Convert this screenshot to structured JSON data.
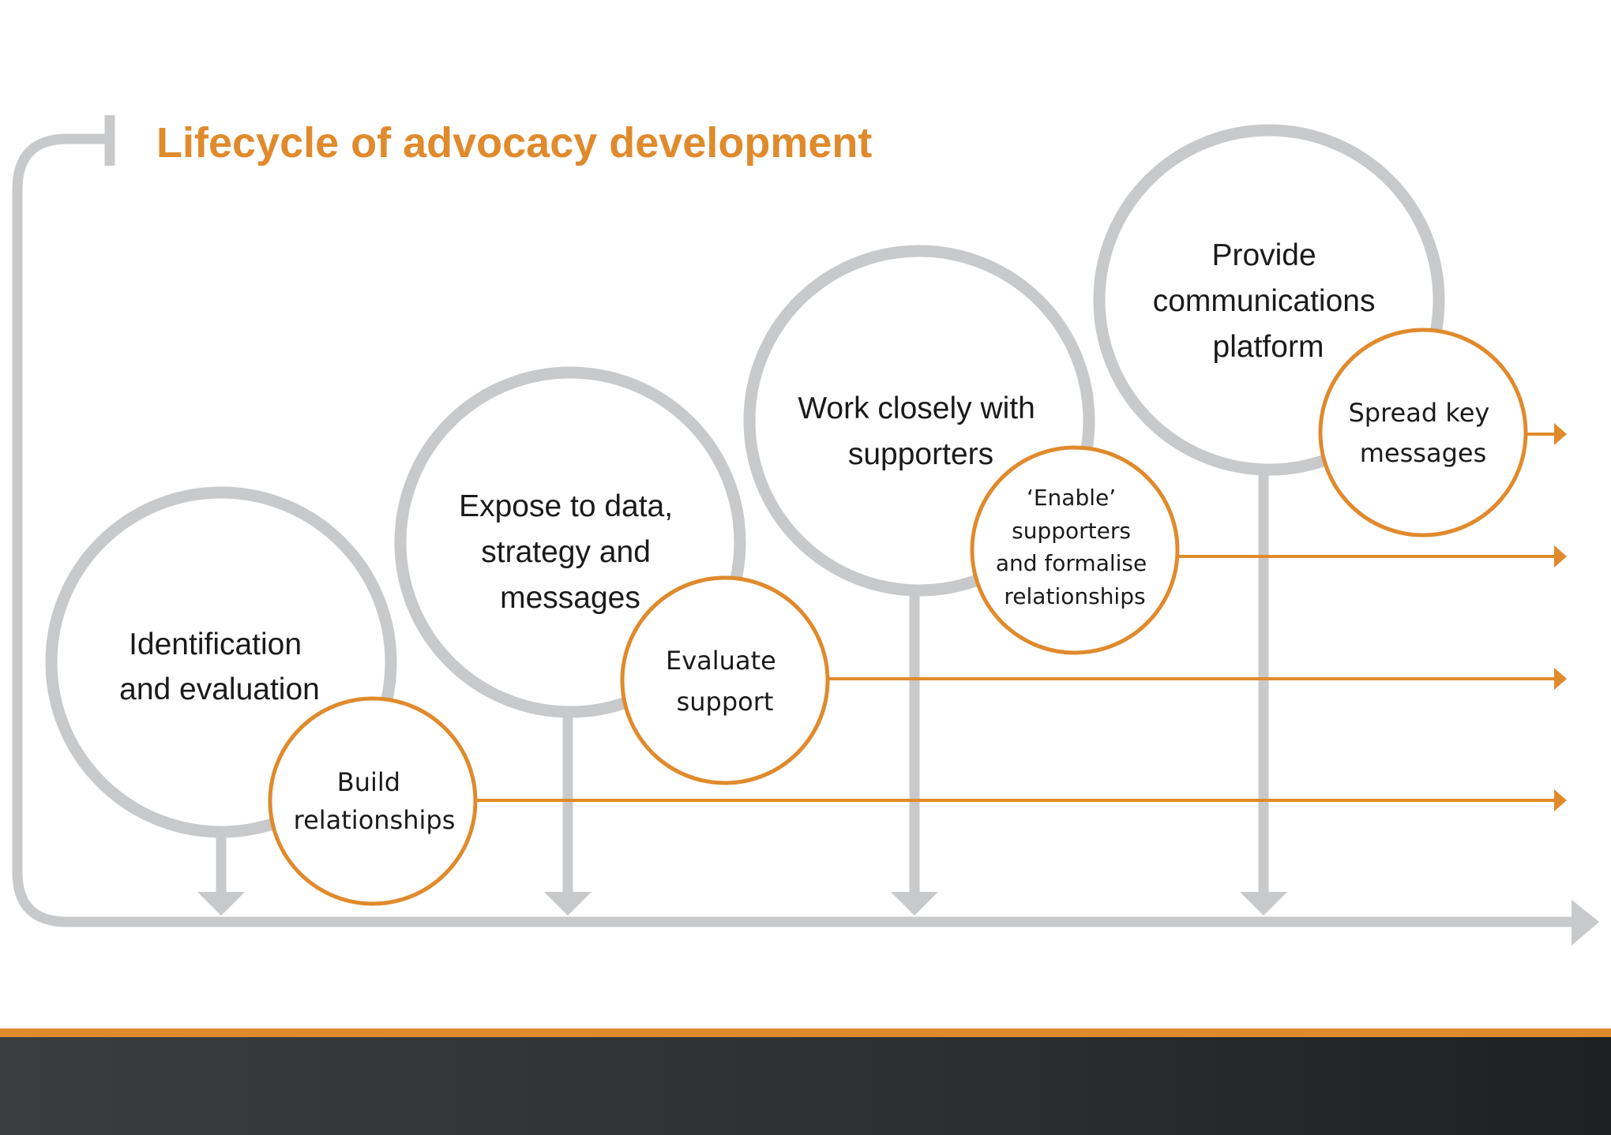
{
  "title": "Lifecycle of advocacy development",
  "colors": {
    "accent": "#e08a2c",
    "gray": "#c8c9cb",
    "footer": "#2e3134"
  },
  "stages": [
    {
      "lines": [
        "Identification",
        "and evaluation"
      ]
    },
    {
      "lines": [
        "Expose to data,",
        "strategy and",
        "messages"
      ]
    },
    {
      "lines": [
        "Work closely with",
        "supporters"
      ]
    },
    {
      "lines": [
        "Provide",
        "communications",
        "platform"
      ]
    }
  ],
  "actions": [
    {
      "lines": [
        "Build",
        "relationships"
      ]
    },
    {
      "lines": [
        "Evaluate",
        "support"
      ]
    },
    {
      "lines": [
        "‘Enable’",
        "supporters",
        "and formalise",
        "relationships"
      ]
    },
    {
      "lines": [
        "Spread key",
        "messages"
      ]
    }
  ]
}
